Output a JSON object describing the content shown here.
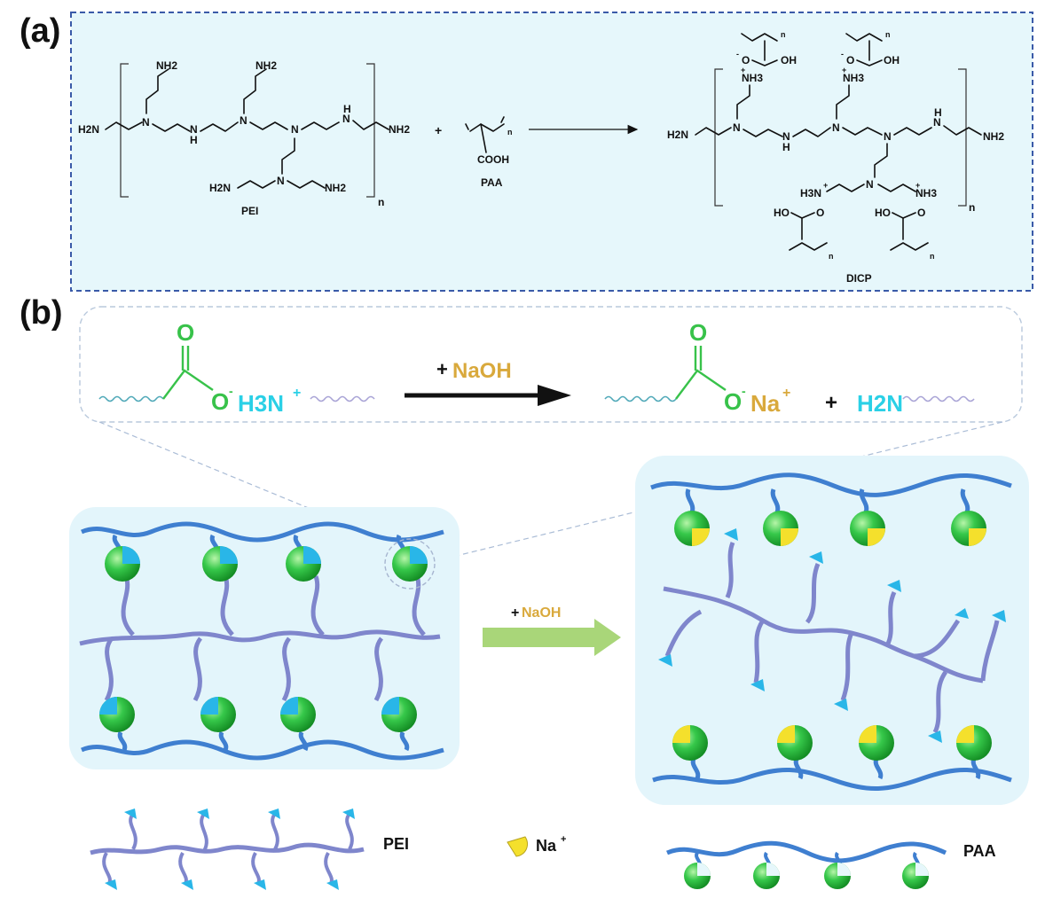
{
  "labels": {
    "a": "(a)",
    "b": "(b)"
  },
  "panel_a": {
    "pei": {
      "name": "PEI",
      "h2n_left": "H2N",
      "nh2_right": "NH2",
      "nh2_top1": "NH2",
      "nh2_top2": "NH2",
      "h2n_bottom": "H2N",
      "nh2_bottom": "NH2",
      "N": "N",
      "H": "H",
      "n": "n"
    },
    "plus": "+",
    "paa": {
      "name": "PAA",
      "cooh": "COOH",
      "n": "n"
    },
    "dicp": {
      "name": "DICP",
      "h2n_left": "H2N",
      "nh2_right": "NH2",
      "nh3": "NH3",
      "h3n": "H3N",
      "oh": "OH",
      "ho": "HO",
      "o_minus": "O",
      "o": "O",
      "n": "n"
    }
  },
  "panel_b": {
    "reaction": {
      "o_top": "O",
      "o_minus": "O",
      "h3n_plus": "H3N",
      "naoh_plus": "+",
      "naoh": "NaOH",
      "na_plus": "Na",
      "plus": "+",
      "h2n": "H2N"
    },
    "arrow": {
      "plus": "+",
      "naoh": "NaOH"
    },
    "legend": {
      "pei": "PEI",
      "na": "Na",
      "paa": "PAA"
    }
  },
  "colors": {
    "box_fill": "#e6f7fb",
    "dashed_border": "#3a5aa8",
    "chain_blue": "#3f7fd0",
    "chain_purple": "#7f86cc",
    "sphere_green": "#36c84a",
    "cyan_text": "#2ad0e6",
    "gold_text": "#d9a93c",
    "green_text": "#38c24a",
    "arrow_green": "#a9d679"
  }
}
